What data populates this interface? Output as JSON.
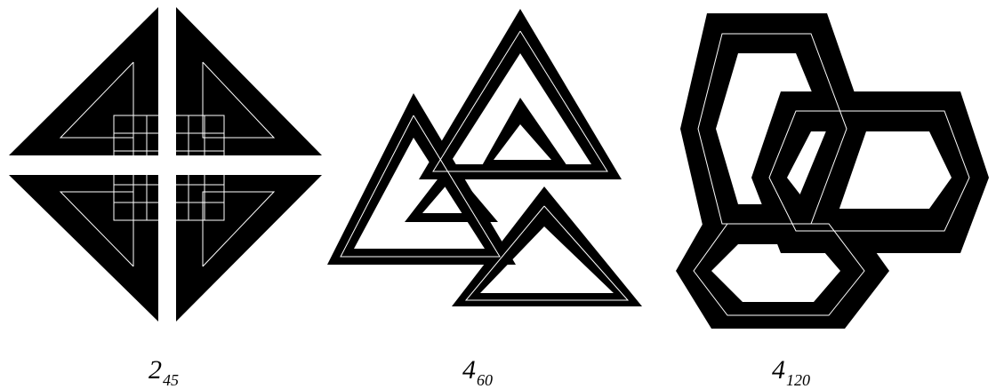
{
  "figures": [
    {
      "name": "knot-2-45",
      "main": "2",
      "sub": "45"
    },
    {
      "name": "knot-4-60",
      "main": "4",
      "sub": "60"
    },
    {
      "name": "knot-4-120",
      "main": "4",
      "sub": "120"
    }
  ],
  "colors": {
    "fill": "#000000",
    "line": "#ffffff",
    "background": "#ffffff"
  }
}
